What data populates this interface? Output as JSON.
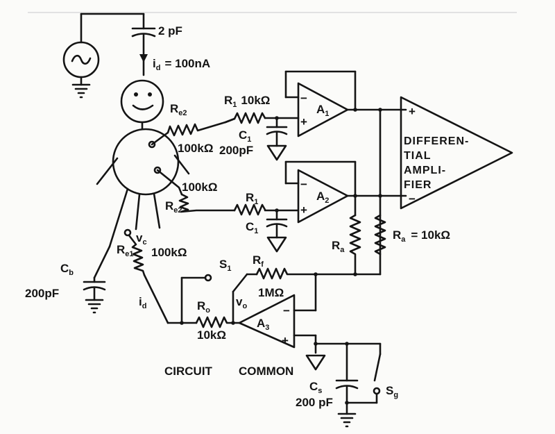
{
  "diagram": {
    "source": {
      "cap": "2 pF",
      "current": "i",
      "current_sub": "d",
      "current_val": "= 100nA"
    },
    "top_electrode": {
      "r": "R",
      "r_sub": "e2",
      "r_val": "100kΩ"
    },
    "chain1": {
      "r": "R",
      "r_sub": "1",
      "r_val": "10kΩ",
      "c": "C",
      "c_sub": "1",
      "c_val": "200pF",
      "amp": "A",
      "amp_sub": "1"
    },
    "chain2": {
      "r_val_top": "100kΩ",
      "re": "R",
      "re_sub": "e2",
      "r": "R",
      "r_sub": "1",
      "c": "C",
      "c_sub": "1",
      "amp": "A",
      "amp_sub": "2"
    },
    "diff_amp": {
      "lines": [
        "DIFFEREN-",
        "TIAL",
        "AMPLI-",
        "FIER"
      ],
      "plus": "+",
      "minus": "−"
    },
    "ra_left": {
      "r": "R",
      "r_sub": "a"
    },
    "ra_right": {
      "r": "R",
      "r_sub": "a",
      "r_val": "= 10kΩ"
    },
    "vc": {
      "v": "v",
      "v_sub": "c"
    },
    "re1": {
      "r": "R",
      "r_sub": "e1",
      "r_val": "100kΩ"
    },
    "cb": {
      "c": "C",
      "c_sub": "b",
      "c_val": "200pF"
    },
    "id2": {
      "i": "i",
      "i_sub": "d"
    },
    "s1": {
      "s": "S",
      "s_sub": "1"
    },
    "rf": {
      "r": "R",
      "r_sub": "f",
      "r_val": "1MΩ"
    },
    "ro": {
      "r": "R",
      "r_sub": "o",
      "r_val": "10kΩ"
    },
    "vo": {
      "v": "v",
      "v_sub": "o"
    },
    "a3": {
      "amp": "A",
      "amp_sub": "3"
    },
    "common": {
      "circuit": "CIRCUIT",
      "common": "COMMON"
    },
    "cs": {
      "c": "C",
      "c_sub": "s",
      "c_val": "200 pF"
    },
    "sg": {
      "s": "S",
      "s_sub": "g"
    }
  }
}
